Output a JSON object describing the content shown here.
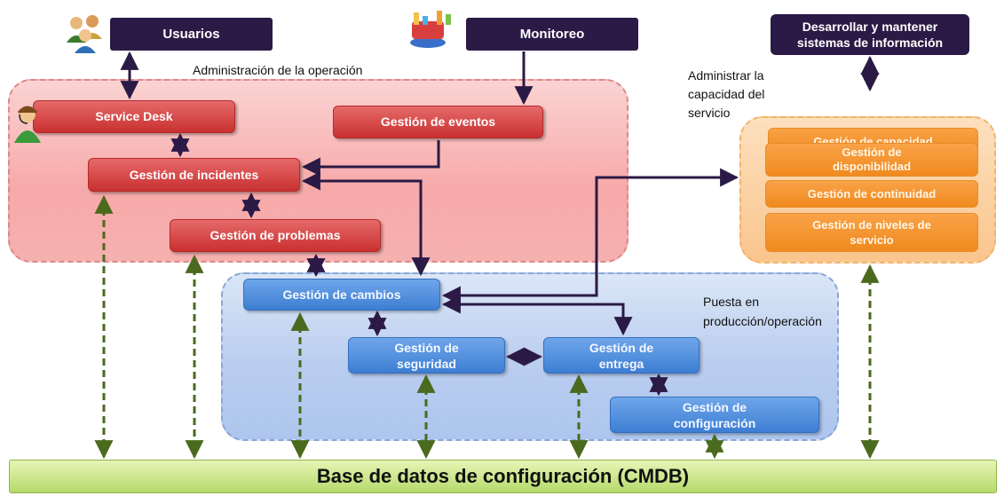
{
  "top": {
    "usuarios": "Usuarios",
    "monitoreo": "Monitoreo",
    "desarrollar_line1": "Desarrollar y mantener",
    "desarrollar_line2": "sistemas de información"
  },
  "labels": {
    "administracion_operacion": "Administración de la operación",
    "administrar_capacidad_line1": "Administrar la",
    "administrar_capacidad_line2": "capacidad del",
    "administrar_capacidad_line3": "servicio",
    "puesta_line1": "Puesta en",
    "puesta_line2": "producción/operación"
  },
  "operacion": {
    "service_desk": "Service Desk",
    "gestion_eventos": "Gestión de eventos",
    "gestion_incidentes": "Gestión de incidentes",
    "gestion_problemas": "Gestión de problemas"
  },
  "capacidad": {
    "gestion_capacidad": "Gestión de capacidad",
    "disponibilidad_line1": "Gestión de",
    "disponibilidad_line2": "disponibilidad",
    "gestion_continuidad": "Gestión de continuidad",
    "niveles_line1": "Gestión de niveles de",
    "niveles_line2": "servicio"
  },
  "produccion": {
    "gestion_cambios": "Gestión de  cambios",
    "seguridad_line1": "Gestión de",
    "seguridad_line2": "seguridad",
    "entrega_line1": "Gestión de",
    "entrega_line2": "entrega",
    "configuracion_line1": "Gestión de",
    "configuracion_line2": "configuración"
  },
  "cmdb": "Base de datos de configuración (CMDB)",
  "icons": [
    "users-icon",
    "monitor-chart-icon",
    "service-agent-icon"
  ],
  "colors": {
    "dark_box": "#2b1a45",
    "red_box": "#d44343",
    "blue_box": "#4f8ddc",
    "orange_box": "#f5952f",
    "cmdb_green": "#c8e68a",
    "solid_arrow": "#2b1a45",
    "dashed_arrow": "#4a6a1e"
  }
}
